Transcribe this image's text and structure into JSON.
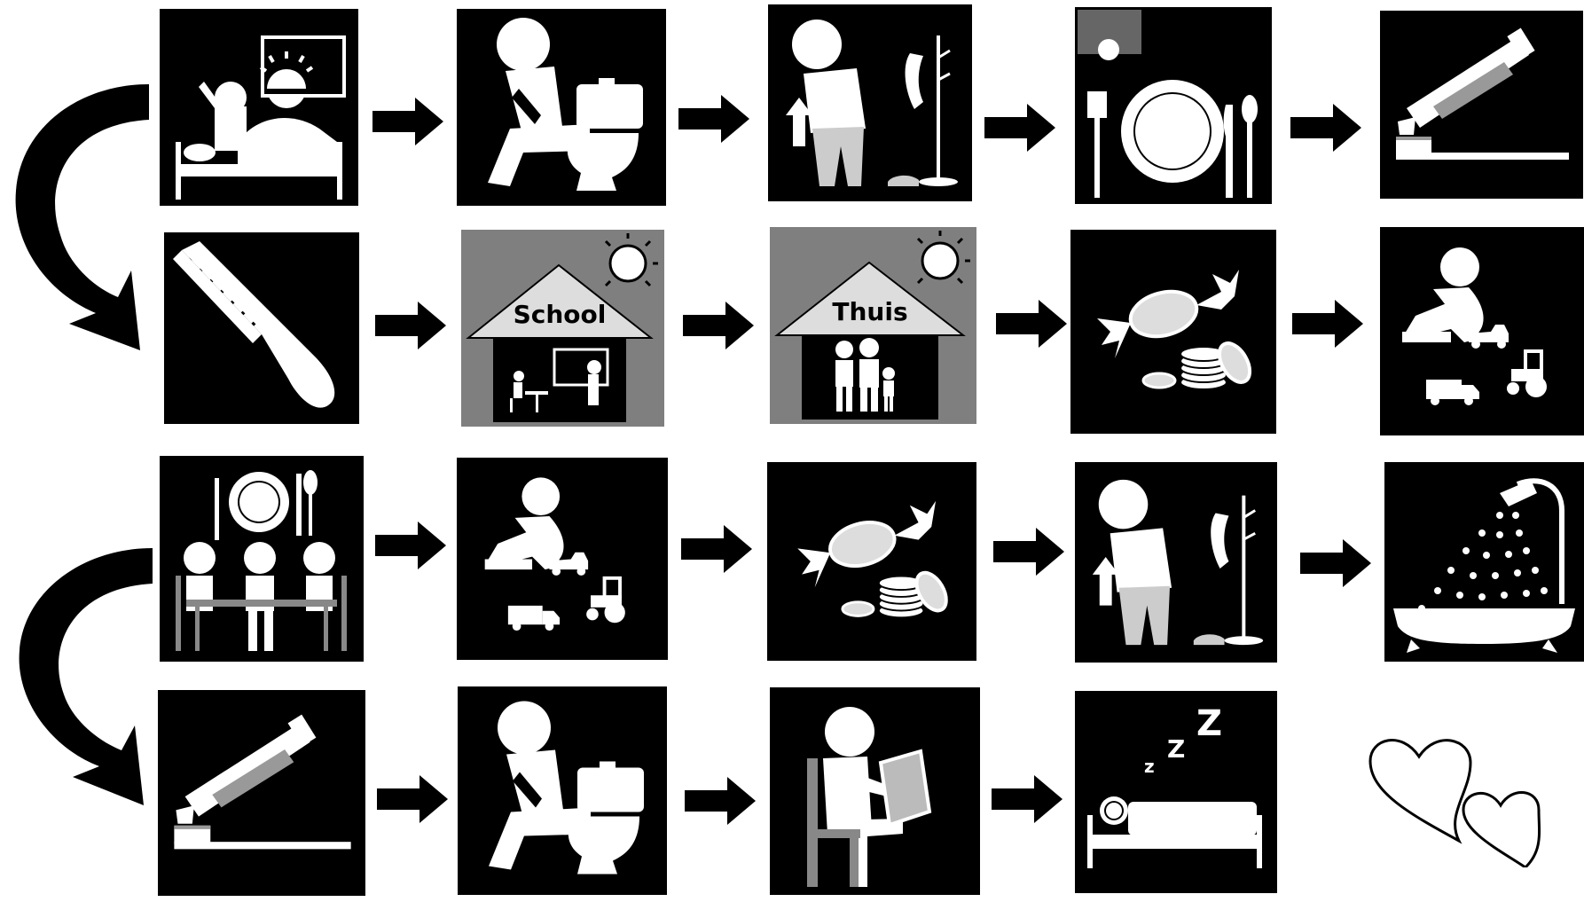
{
  "rows": [
    {
      "cards": [
        {
          "icon": "wake-up-icon"
        },
        {
          "icon": "toilet-icon"
        },
        {
          "icon": "get-dressed-icon"
        },
        {
          "icon": "breakfast-icon"
        },
        {
          "icon": "brush-teeth-icon"
        }
      ]
    },
    {
      "cards": [
        {
          "icon": "comb-hair-icon"
        },
        {
          "icon": "school-icon",
          "label": "School"
        },
        {
          "icon": "home-icon",
          "label": "Thuis"
        },
        {
          "icon": "candy-money-icon"
        },
        {
          "icon": "play-icon"
        }
      ]
    },
    {
      "cards": [
        {
          "icon": "dinner-icon"
        },
        {
          "icon": "play-icon"
        },
        {
          "icon": "candy-money-icon"
        },
        {
          "icon": "undress-icon"
        },
        {
          "icon": "bath-shower-icon"
        }
      ]
    },
    {
      "cards": [
        {
          "icon": "brush-teeth-icon"
        },
        {
          "icon": "toilet-icon"
        },
        {
          "icon": "read-book-icon"
        },
        {
          "icon": "sleep-icon",
          "sleep_letters": [
            "Z",
            "Z",
            "z"
          ]
        },
        {
          "icon": "hearts-icon"
        }
      ]
    }
  ],
  "colors": {
    "card": "#000000",
    "pictogram": "#ffffff",
    "gray": "#7f7f7f",
    "arrow": "#000000"
  }
}
